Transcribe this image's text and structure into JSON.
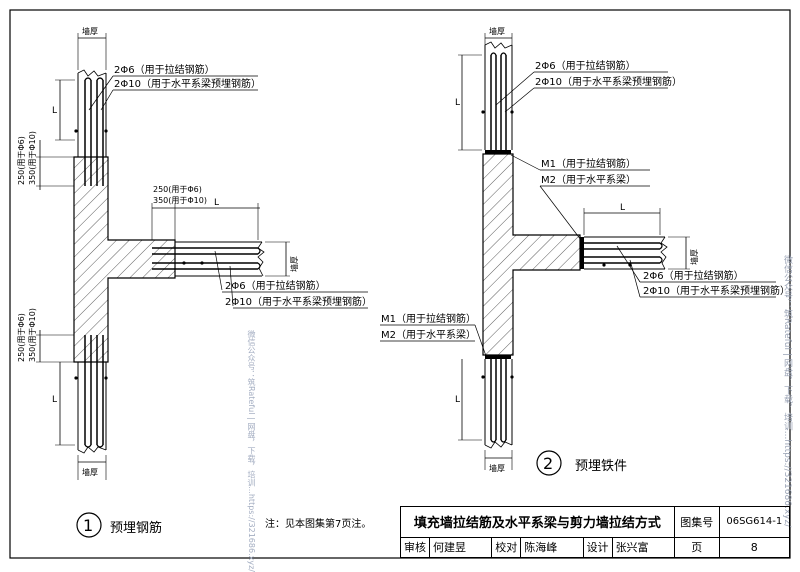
{
  "labels": {
    "wall_thickness": "墙厚",
    "tie_bar_6": "2Φ6（用于拉结钢筋）",
    "tie_bar_10": "2Φ10（用于水平系梁预埋钢筋）",
    "tie_bar_6_b": "2Φ6（用于拉结钢筋）",
    "tie_bar_10_b": "2Φ10（用于水平系梁预埋钢筋）",
    "len_L": "L",
    "dim_250_phi6": "250(用于Φ6)",
    "dim_350_phi10": "350(用于Φ10)",
    "m1": "M1（用于拉结钢筋）",
    "m2": "M2（用于水平系梁）"
  },
  "figure1": {
    "number": "1",
    "title": "预埋钢筋"
  },
  "figure2": {
    "number": "2",
    "title": "预埋铁件"
  },
  "note": "注：见本图集第7页注。",
  "title_block": {
    "title": "填充墙拉结筋及水平系梁与剪力墙拉结方式",
    "atlas_label": "图集号",
    "atlas_no": "06SG614-1",
    "review_label": "审核",
    "reviewer": "何建昱",
    "check_label": "校对",
    "checker": "陈海峰",
    "design_label": "设计",
    "designer": "张兴富",
    "page_label": "页",
    "page_no": "8"
  },
  "watermarks": [
    "微信公众号：筑Rateful | 网盘，下载，培训...https://321686.xyz/"
  ],
  "colors": {
    "line": "#000000",
    "hatch": "#333333",
    "watermark": "#9aa3b5"
  }
}
